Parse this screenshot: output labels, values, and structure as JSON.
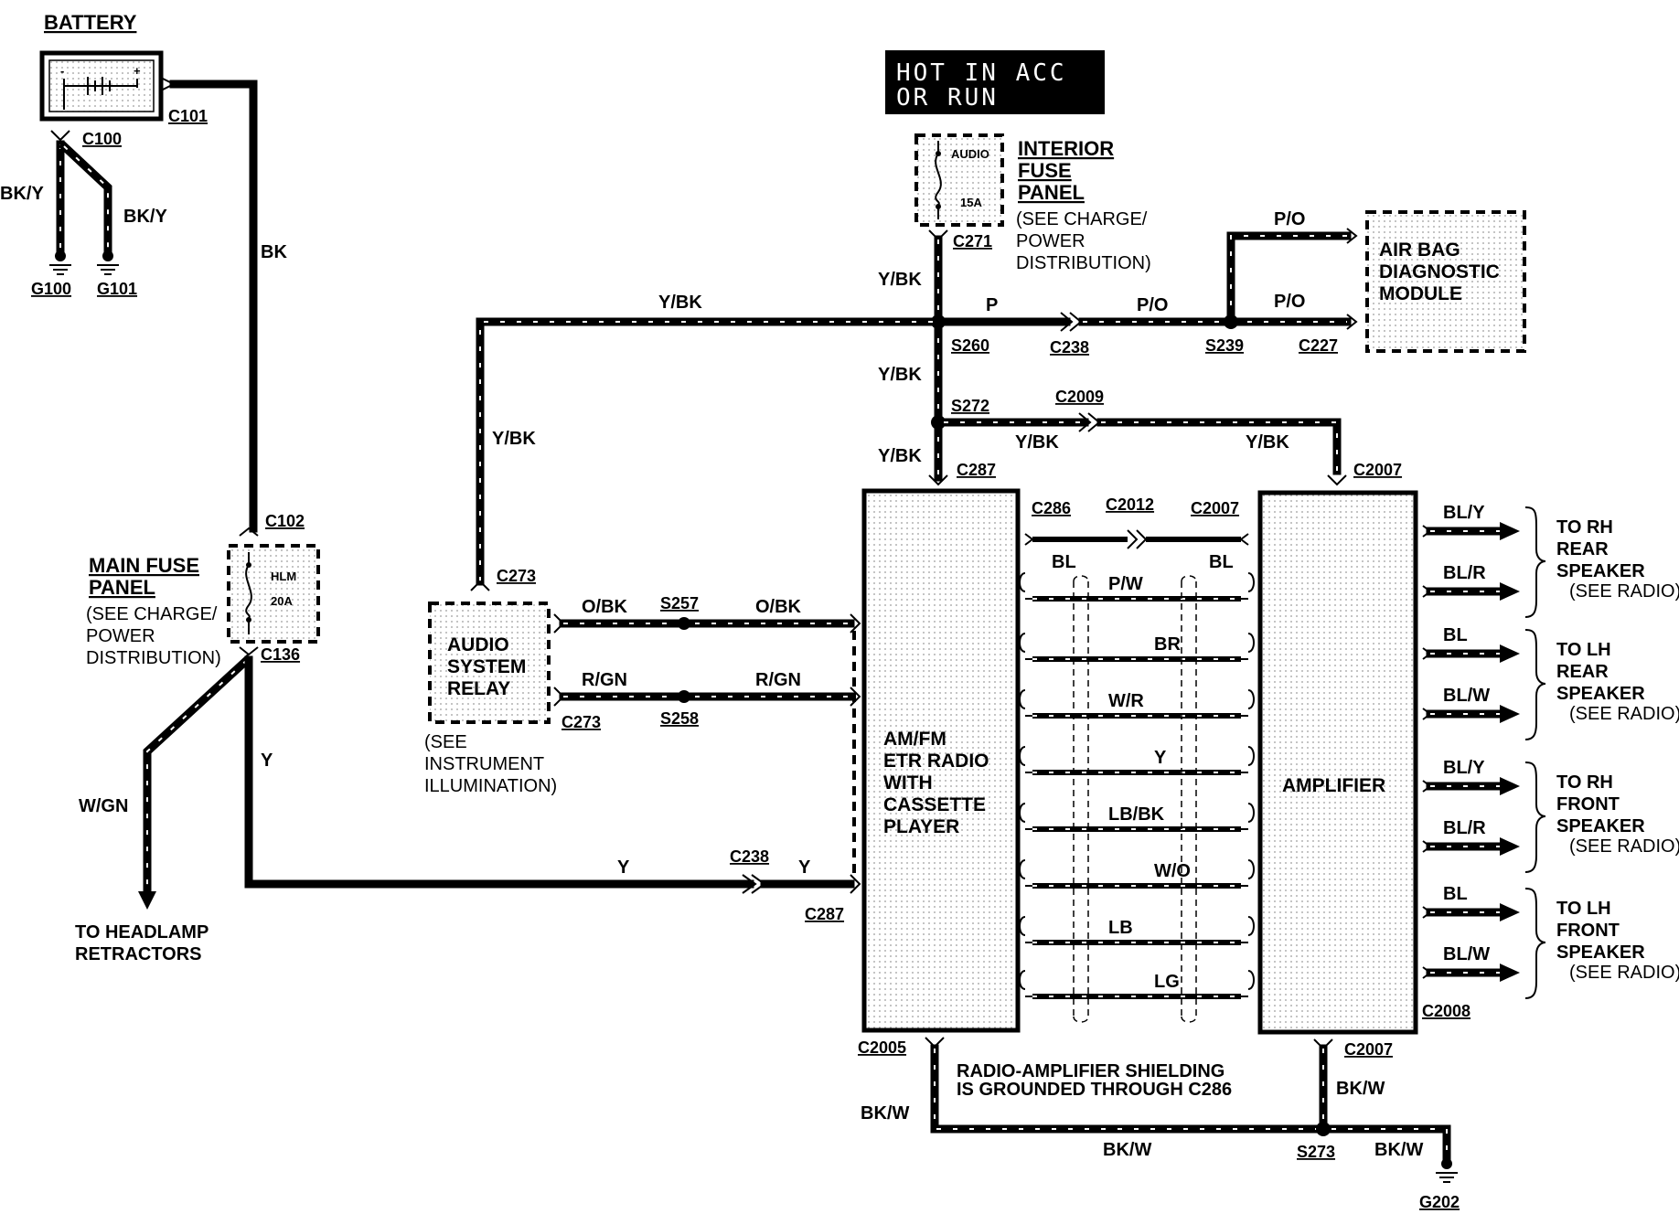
{
  "header": {
    "hot_label_line1": "HOT IN ACC",
    "hot_label_line2": "OR RUN"
  },
  "battery": {
    "title": "BATTERY",
    "connector_pos": "C101",
    "connector_neg": "C100",
    "wire_pos": "BK",
    "wire_neg_left": "BK/Y",
    "wire_neg_right": "BK/Y",
    "ground_left": "G100",
    "ground_right": "G101"
  },
  "main_fuse_panel": {
    "title_line1": "MAIN FUSE",
    "title_line2": "PANEL",
    "note_line1": "(SEE CHARGE/",
    "note_line2": "POWER",
    "note_line3": "DISTRIBUTION)",
    "fuse_name": "HLM",
    "fuse_rating": "20A",
    "connector_top": "C102",
    "connector_bottom": "C136"
  },
  "headlamp": {
    "wire": "W/GN",
    "label_line1": "TO HEADLAMP",
    "label_line2": "RETRACTORS"
  },
  "y_circuit": {
    "wire_left": "Y",
    "wire_bottom": "Y",
    "wire_end": "Y",
    "connector_mid": "C238",
    "connector_end": "C287"
  },
  "interior_fuse_panel": {
    "title_line1": "INTERIOR",
    "title_line2": "FUSE",
    "title_line3": "PANEL",
    "note_line1": "(SEE CHARGE/",
    "note_line2": "POWER",
    "note_line3": "DISTRIBUTION)",
    "fuse_name": "AUDIO",
    "fuse_rating": "15A",
    "connector": "C271"
  },
  "feed": {
    "wire_drop": "Y/BK",
    "wire_mid": "Y/BK",
    "wire_low": "Y/BK",
    "wire_top_left": "Y/BK",
    "wire_relay_drop": "Y/BK",
    "splice_top": "S260",
    "splice_mid": "S272",
    "radio_connector": "C287"
  },
  "airbag": {
    "wire_p": "P",
    "wire_po_1": "P/O",
    "wire_po_2": "P/O",
    "wire_po_3": "P/O",
    "connector_inline": "C238",
    "splice": "S239",
    "connector": "C227",
    "module_line1": "AIR BAG",
    "module_line2": "DIAGNOSTIC",
    "module_line3": "MODULE"
  },
  "amp_feed": {
    "connector_inline": "C2009",
    "wire_a": "Y/BK",
    "wire_b": "Y/BK",
    "connector": "C2007"
  },
  "relay": {
    "line1": "AUDIO",
    "line2": "SYSTEM",
    "line3": "RELAY",
    "connector_top": "C273",
    "connector_bottom": "C273",
    "note_line1": "(SEE",
    "note_line2": "INSTRUMENT",
    "note_line3": "ILLUMINATION)",
    "wire_o_bk_left": "O/BK",
    "wire_o_bk_right": "O/BK",
    "wire_r_gn_left": "R/GN",
    "wire_r_gn_right": "R/GN",
    "splice_top": "S257",
    "splice_bottom": "S258"
  },
  "radio": {
    "line1": "AM/FM",
    "line2": "ETR RADIO",
    "line3": "WITH",
    "line4": "CASSETTE",
    "line5": "PLAYER",
    "connector_bottom": "C2005"
  },
  "interconnect": {
    "connector_left": "C286",
    "connector_mid": "C2012",
    "connector_right": "C2007",
    "wire_bl_left": "BL",
    "wire_bl_right": "BL",
    "wires": [
      "P/W",
      "BR",
      "W/R",
      "Y",
      "LB/BK",
      "W/O",
      "LB",
      "LG"
    ]
  },
  "amplifier": {
    "label": "AMPLIFIER",
    "connector_bottom": "C2007",
    "connector_out": "C2008"
  },
  "speakers": [
    {
      "wire_a": "BL/Y",
      "wire_b": "BL/R",
      "line1": "TO RH",
      "line2": "REAR",
      "line3": "SPEAKER",
      "note": "(SEE RADIO)"
    },
    {
      "wire_a": "BL",
      "wire_b": "BL/W",
      "line1": "TO LH",
      "line2": "REAR",
      "line3": "SPEAKER",
      "note": "(SEE RADIO)"
    },
    {
      "wire_a": "BL/Y",
      "wire_b": "BL/R",
      "line1": "TO RH",
      "line2": "FRONT",
      "line3": "SPEAKER",
      "note": "(SEE RADIO)"
    },
    {
      "wire_a": "BL",
      "wire_b": "BL/W",
      "line1": "TO LH",
      "line2": "FRONT",
      "line3": "SPEAKER",
      "note": "(SEE RADIO)"
    }
  ],
  "shielding": {
    "note_line1": "RADIO-AMPLIFIER SHIELDING",
    "note_line2": "IS GROUNDED THROUGH C286",
    "wire_left": "BK/W",
    "wire_bottom": "BK/W",
    "wire_right_drop": "BK/W",
    "wire_right": "BK/W",
    "splice": "S273",
    "ground": "G202"
  }
}
